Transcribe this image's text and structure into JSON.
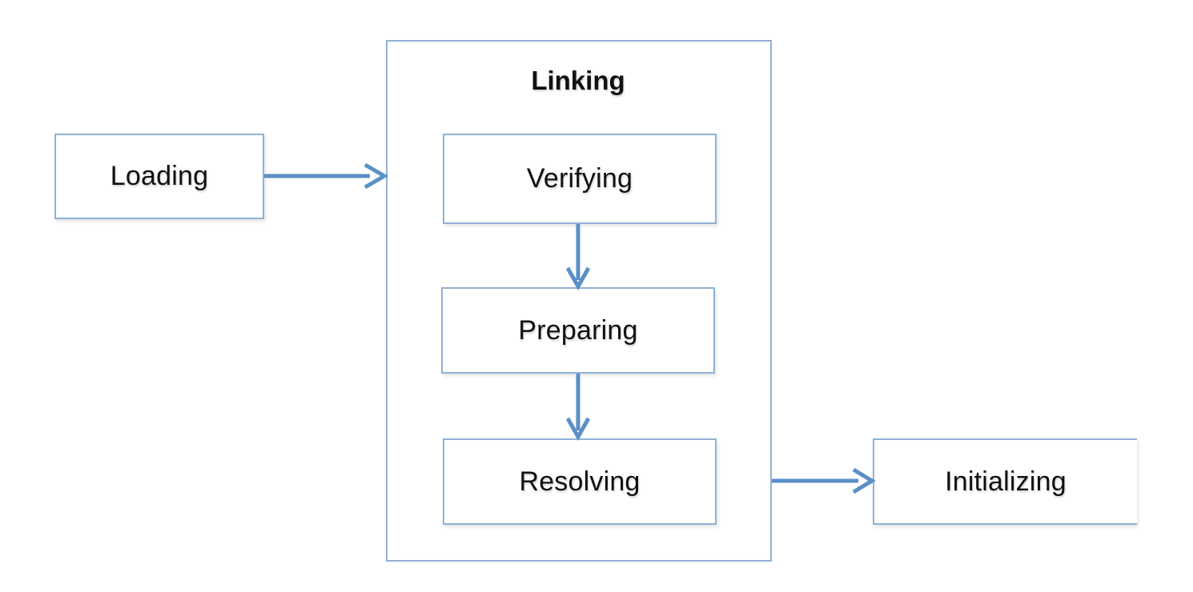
{
  "diagram": {
    "stages": {
      "loading": "Loading",
      "linking": "Linking",
      "verifying": "Verifying",
      "preparing": "Preparing",
      "resolving": "Resolving",
      "initializing": "Initializing"
    },
    "colors": {
      "border": "#8fb1d6",
      "arrow": "#5b8fc7",
      "text": "#111111",
      "background": "#ffffff"
    }
  }
}
